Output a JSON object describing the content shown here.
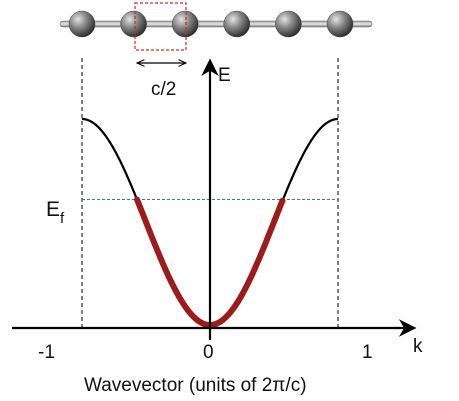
{
  "labels": {
    "energy_axis": "E",
    "fermi_main": "E",
    "fermi_sub": "f",
    "k_axis": "k",
    "tick_neg": "-1",
    "tick_zero": "0",
    "tick_pos": "1",
    "lattice_period": "c/2",
    "x_caption": "Wavevector (units of 2π/c)"
  },
  "chain": {
    "atom_count": 6
  },
  "band": {
    "zone_boundary_k": 0.8,
    "fermi_level_fraction": 0.6,
    "filled_fraction_of_zone": 0.57
  },
  "colors": {
    "band_line": "#000000",
    "occupied_band": "#9e1b1b",
    "fermi_line": "#3b6fbf",
    "unit_cell_box": "#e02020",
    "atom": "#6e6e6e"
  }
}
